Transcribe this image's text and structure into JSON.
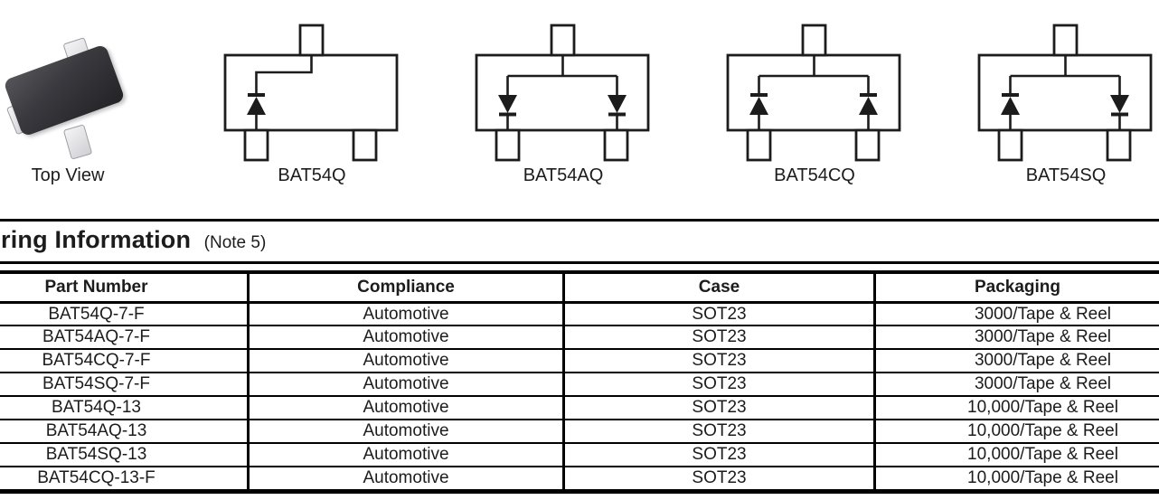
{
  "figures": {
    "top_view_label": "Top View",
    "packages": [
      {
        "label": "BAT54Q",
        "topology": "single"
      },
      {
        "label": "BAT54AQ",
        "topology": "common-anode"
      },
      {
        "label": "BAT54CQ",
        "topology": "common-cathode"
      },
      {
        "label": "BAT54SQ",
        "topology": "series"
      }
    ]
  },
  "ordering": {
    "heading": "ring Information",
    "note": "(Note 5)"
  },
  "table": {
    "headers": [
      "Part Number",
      "Compliance",
      "Case",
      "Packaging"
    ],
    "rows": [
      [
        "BAT54Q-7-F",
        "Automotive",
        "SOT23",
        "3000/Tape & Reel"
      ],
      [
        "BAT54AQ-7-F",
        "Automotive",
        "SOT23",
        "3000/Tape & Reel"
      ],
      [
        "BAT54CQ-7-F",
        "Automotive",
        "SOT23",
        "3000/Tape & Reel"
      ],
      [
        "BAT54SQ-7-F",
        "Automotive",
        "SOT23",
        "3000/Tape & Reel"
      ],
      [
        "BAT54Q-13",
        "Automotive",
        "SOT23",
        "10,000/Tape & Reel"
      ],
      [
        "BAT54AQ-13",
        "Automotive",
        "SOT23",
        "10,000/Tape & Reel"
      ],
      [
        "BAT54SQ-13",
        "Automotive",
        "SOT23",
        "10,000/Tape & Reel"
      ],
      [
        "BAT54CQ-13-F",
        "Automotive",
        "SOT23",
        "10,000/Tape & Reel"
      ]
    ]
  },
  "colors": {
    "ink": "#1c1c1c",
    "package_body": "#333338",
    "lead_grey": "#e8e8ea"
  }
}
